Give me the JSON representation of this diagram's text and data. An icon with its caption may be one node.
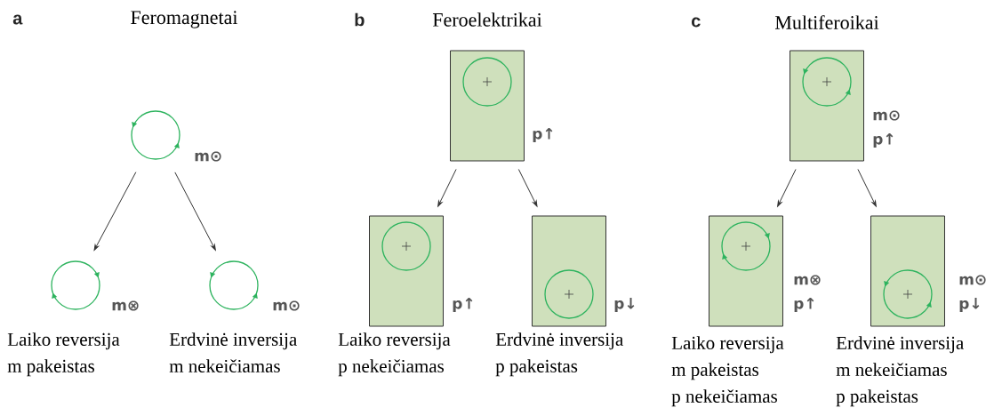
{
  "diagram": {
    "nodes": [
      {
        "text": [],
        "shape": "circle",
        "beside": [
          "m⊙"
        ]
      },
      {
        "text": [],
        "shape": "circle",
        "beside": [
          "m⊗",
          "Laiko reversija",
          "m pakeistas"
        ]
      },
      {
        "text": [],
        "shape": "circle",
        "beside": [
          "m⊙",
          "Erdvinė inversija",
          "m nekeičiamas"
        ]
      },
      {
        "text": [],
        "shape": "box",
        "beside": [
          "p↑"
        ]
      },
      {
        "text": [],
        "shape": "box",
        "beside": [
          "p↑",
          "Laiko reversija",
          "p nekeičiamas"
        ]
      },
      {
        "text": [],
        "shape": "box",
        "beside": [
          "p↓",
          "Erdvinė inversija",
          "p pakeistas"
        ]
      },
      {
        "text": [],
        "shape": "box",
        "beside": [
          "m⊙",
          "p↑"
        ]
      },
      {
        "text": [],
        "shape": "box",
        "beside": [
          "m⊗",
          "p↑",
          "Laiko reversija",
          "m pakeistas",
          "p nekeičiamas"
        ]
      },
      {
        "text": [],
        "shape": "box",
        "beside": [
          "m⊙",
          "p↓",
          "Erdvinė inversija",
          "m nekeičiamas",
          "p pakeistas"
        ]
      }
    ],
    "edges": [
      {
        "from": 0,
        "to": 1,
        "arrow": "to"
      },
      {
        "from": 0,
        "to": 2,
        "arrow": "to"
      },
      {
        "from": 3,
        "to": 4,
        "arrow": "to"
      },
      {
        "from": 3,
        "to": 5,
        "arrow": "to"
      },
      {
        "from": 6,
        "to": 7,
        "arrow": "to"
      },
      {
        "from": 6,
        "to": 8,
        "arrow": "to"
      }
    ],
    "labels": [
      "a",
      "Feromagnetai",
      "b",
      "Feroelektrikai",
      "c",
      "Multiferoikai"
    ]
  }
}
